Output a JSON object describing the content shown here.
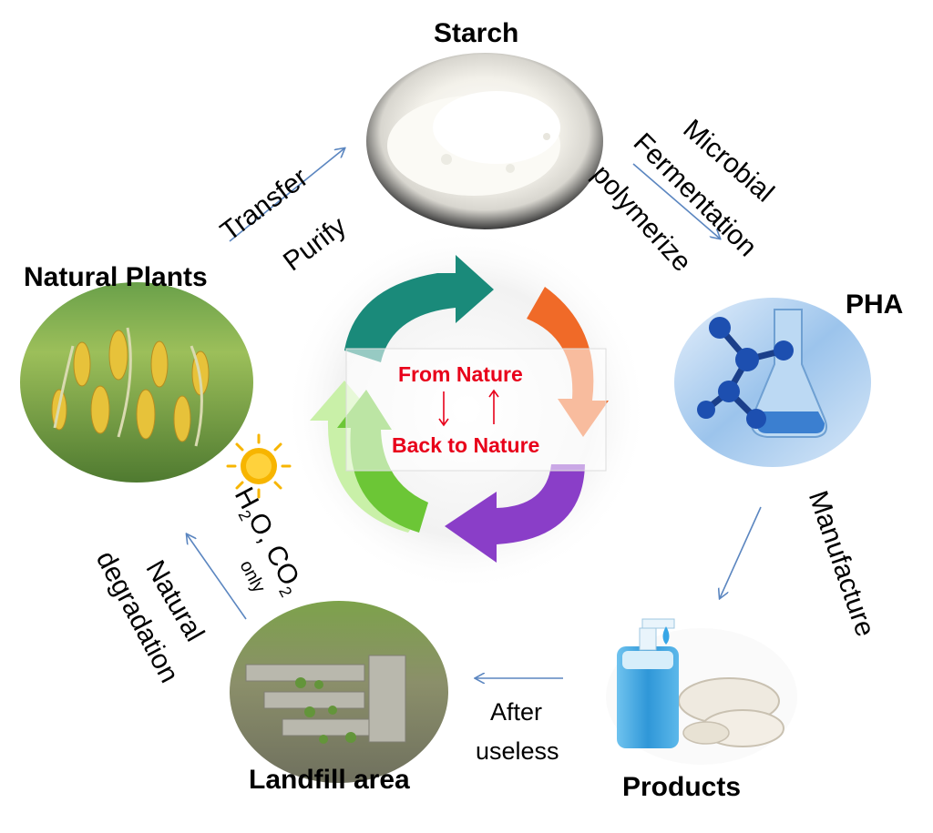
{
  "nodes": {
    "starch": "Starch",
    "pha": "PHA",
    "products": "Products",
    "landfill": "Landfill area",
    "plants": "Natural Plants"
  },
  "steps": {
    "transfer": "Transfer",
    "purify": "Purify",
    "microbial": "Microbial",
    "fermentation": "Fermentation",
    "polymerize": "polymerize",
    "manufacture": "Manufacture",
    "after": "After",
    "useless": "useless",
    "natural": "Natural",
    "degradation": "degradation",
    "h2o": "H",
    "h2o_sub": "2",
    "h2o_o": "O, CO",
    "co2_sub": "2",
    "only": "only"
  },
  "center": {
    "from_nature": "From Nature",
    "back_to_nature": "Back to Nature"
  },
  "colors": {
    "teal": "#1a8a7a",
    "orange": "#f06a28",
    "purple": "#8a3ec8",
    "green": "#6cc636",
    "light_green": "#c9f0a8",
    "arrow_blue": "#5b86c0",
    "red": "#e8001a"
  }
}
